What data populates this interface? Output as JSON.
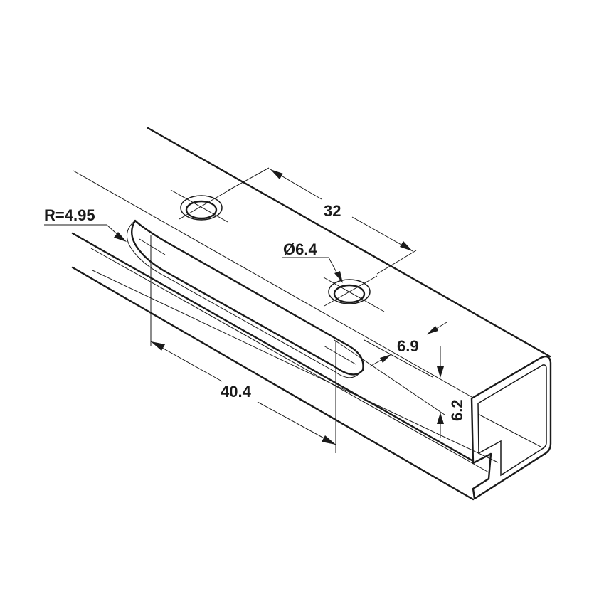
{
  "drawing": {
    "title": "Profile rail technical drawing",
    "dimensions": {
      "hole_spacing": "32",
      "hole_diameter": "Ø6.4",
      "slot_radius": "R=4.95",
      "hole_offset": "6.9",
      "slot_length": "40.4",
      "slot_offset": "6.2"
    },
    "line_color": "#1a1a1a"
  }
}
